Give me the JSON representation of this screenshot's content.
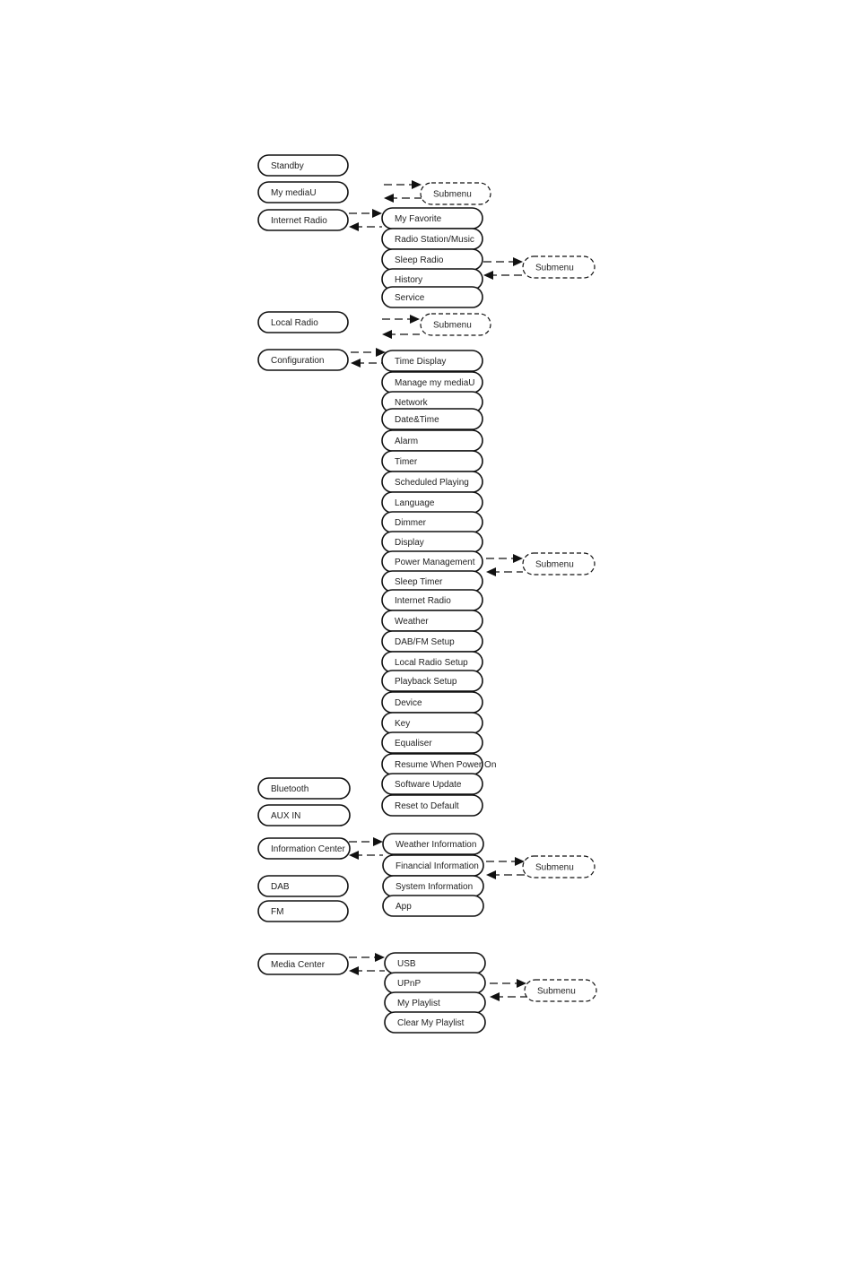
{
  "main_menu": [
    {
      "id": "standby",
      "label": "Standby"
    },
    {
      "id": "my-mediau",
      "label": "My mediaU"
    },
    {
      "id": "internet-radio",
      "label": "Internet Radio"
    },
    {
      "id": "local-radio",
      "label": "Local Radio"
    },
    {
      "id": "configuration",
      "label": "Configuration"
    },
    {
      "id": "bluetooth",
      "label": "Bluetooth"
    },
    {
      "id": "aux-in",
      "label": "AUX IN"
    },
    {
      "id": "information-center",
      "label": "Information Center"
    },
    {
      "id": "dab",
      "label": "DAB"
    },
    {
      "id": "fm",
      "label": "FM"
    },
    {
      "id": "media-center",
      "label": "Media Center"
    }
  ],
  "internet_radio_items": [
    "My Favorite",
    "Radio Station/Music",
    "Sleep Radio",
    "History",
    "Service"
  ],
  "configuration_items": [
    "Time Display",
    "Manage my mediaU",
    "Network",
    "Date&Time",
    "Alarm",
    "Timer",
    "Scheduled Playing",
    "Language",
    "Dimmer",
    "Display",
    "Power Management",
    "Sleep Timer",
    "Internet Radio",
    "Weather",
    "DAB/FM Setup",
    "Local Radio Setup",
    "Playback Setup",
    "Device",
    "Key",
    "Equaliser",
    "Resume When Power On",
    "Software Update",
    "Reset to Default"
  ],
  "information_center_items": [
    "Weather Information",
    "Financial Information",
    "System Information",
    "App"
  ],
  "media_center_items": [
    "USB",
    "UPnP",
    "My Playlist",
    "Clear My Playlist"
  ],
  "submenu_label": "Submenu"
}
